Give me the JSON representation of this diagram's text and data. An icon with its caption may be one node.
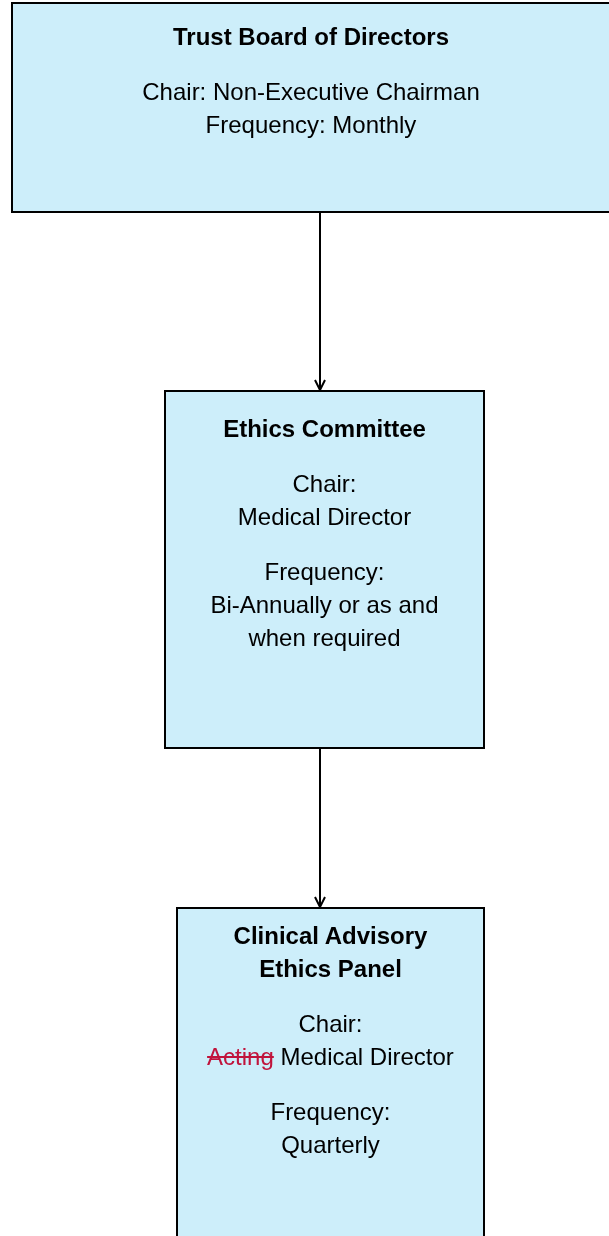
{
  "diagram": {
    "nodes": [
      {
        "text": [
          "Trust Board of Directors",
          "Chair: Non-Executive Chairman",
          "Frequency: Monthly"
        ]
      },
      {
        "text": [
          "Ethics Committee",
          "Chair:",
          "Medical Director",
          "Frequency:",
          "Bi-Annually or as and when required"
        ]
      },
      {
        "text": [
          "Clinical Advisory Ethics Panel",
          "Chair:",
          "Acting",
          "Medical Director",
          "Frequency:",
          "Quarterly"
        ]
      }
    ],
    "edges": [
      {
        "from": 0,
        "to": 1,
        "arrow": "to"
      },
      {
        "from": 1,
        "to": 2,
        "arrow": "to"
      }
    ]
  }
}
